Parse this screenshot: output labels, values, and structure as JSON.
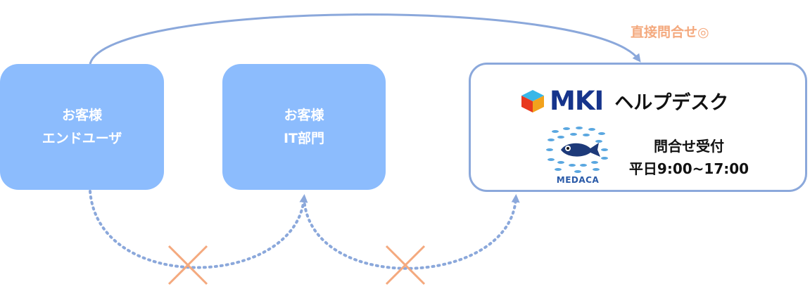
{
  "nodes": {
    "end_user": {
      "line1": "お客様",
      "line2": "エンドユーザ"
    },
    "it_dept": {
      "line1": "お客様",
      "line2": "IT部門"
    },
    "helpdesk": {
      "brand": "MKI",
      "title": "ヘルプデスク",
      "mascot_label": "MEDACA",
      "info_line1": "問合せ受付",
      "info_line2": "平日9:00~17:00"
    }
  },
  "edges": {
    "direct_label": "直接問合せ◎"
  },
  "colors": {
    "box_fill": "#8cbcfd",
    "box_border": "#8ba8db",
    "arrow": "#8ba8db",
    "cross": "#f4a97e",
    "label_accent": "#f4a97e",
    "brand": "#16348c"
  }
}
